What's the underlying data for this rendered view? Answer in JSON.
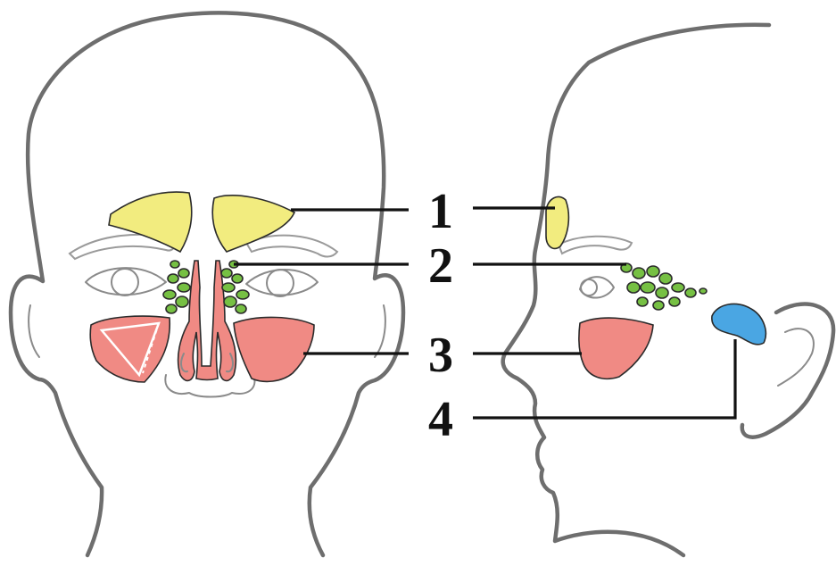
{
  "colors": {
    "frontal_sinus": "#f2ec7f",
    "ethmoid_sinus": "#76c043",
    "maxillary_sinus": "#f08a84",
    "sphenoid_sinus": "#4aa6e3",
    "nasal_cavity": "#f08a84",
    "outline": "#6e6e6e",
    "leader_line": "#111111"
  },
  "labels": [
    {
      "number": "1",
      "structure": "frontal-sinus"
    },
    {
      "number": "2",
      "structure": "ethmoid-sinus"
    },
    {
      "number": "3",
      "structure": "maxillary-sinus"
    },
    {
      "number": "4",
      "structure": "sphenoid-sinus"
    }
  ]
}
